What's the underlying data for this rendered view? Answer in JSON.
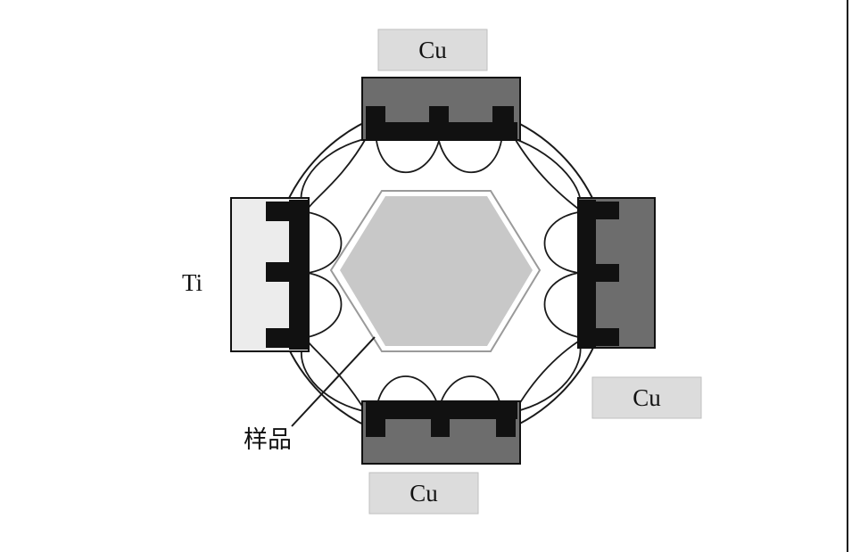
{
  "labels": {
    "cu_top": "Cu",
    "cu_right": "Cu",
    "cu_bottom": "Cu",
    "ti": "Ti",
    "sample": "样品"
  },
  "colors": {
    "cu_plate": "#dcdcdc",
    "cu_target": "#6d6d6d",
    "ti_target": "#ececec",
    "magnet": "#111111",
    "sample": "#c8c8c8",
    "line": "#1a1a1a"
  }
}
